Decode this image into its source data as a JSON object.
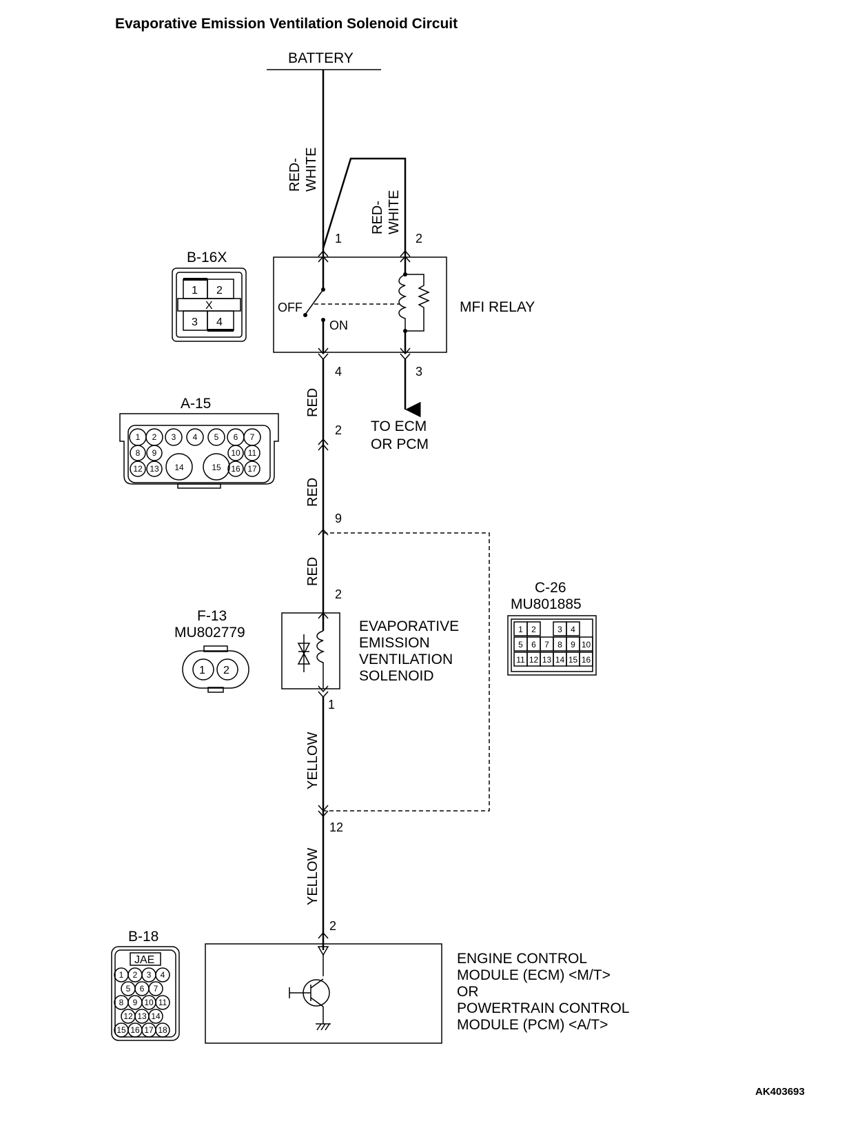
{
  "title": "Evaporative Emission Ventilation Solenoid Circuit",
  "figure_code": "AK403693",
  "battery_label": "BATTERY",
  "wires": {
    "w1": "RED-",
    "w1b": "WHITE",
    "w2": "RED-",
    "w2b": "WHITE",
    "w3": "RED",
    "w4": "RED",
    "w5": "RED",
    "w6": "YELLOW",
    "w7": "YELLOW"
  },
  "pins": {
    "relay_1": "1",
    "relay_2": "2",
    "relay_4": "4",
    "relay_3": "3",
    "a15_2": "2",
    "c26_9": "9",
    "sol_2": "2",
    "sol_1": "1",
    "c26_12": "12",
    "ecm_2": "2"
  },
  "relay": {
    "name": "MFI RELAY",
    "off": "OFF",
    "on": "ON",
    "to_ecm_1": "TO ECM",
    "to_ecm_2": "OR PCM"
  },
  "solenoid": {
    "line1": "EVAPORATIVE",
    "line2": "EMISSION",
    "line3": "VENTILATION",
    "line4": "SOLENOID"
  },
  "ecm": {
    "line1": "ENGINE CONTROL",
    "line2": "MODULE (ECM) <M/T>",
    "line3": "OR",
    "line4": "POWERTRAIN CONTROL",
    "line5": "MODULE (PCM) <A/T>"
  },
  "connectors": {
    "b16x": {
      "id": "B-16X",
      "pins": [
        "1",
        "2",
        "X",
        "3",
        "4"
      ]
    },
    "a15": {
      "id": "A-15",
      "pins": [
        "1",
        "2",
        "3",
        "4",
        "5",
        "6",
        "7",
        "8",
        "9",
        "10",
        "11",
        "12",
        "13",
        "14",
        "15",
        "16",
        "17"
      ]
    },
    "f13": {
      "id": "F-13",
      "part": "MU802779",
      "pins": [
        "1",
        "2"
      ]
    },
    "c26": {
      "id": "C-26",
      "part": "MU801885",
      "pins": [
        "1",
        "2",
        "3",
        "4",
        "5",
        "6",
        "7",
        "8",
        "9",
        "10",
        "11",
        "12",
        "13",
        "14",
        "15",
        "16"
      ]
    },
    "b18": {
      "id": "B-18",
      "tag": "JAE",
      "pins": [
        "1",
        "2",
        "3",
        "4",
        "5",
        "6",
        "7",
        "8",
        "9",
        "10",
        "11",
        "12",
        "13",
        "14",
        "15",
        "16",
        "17",
        "18"
      ]
    }
  }
}
